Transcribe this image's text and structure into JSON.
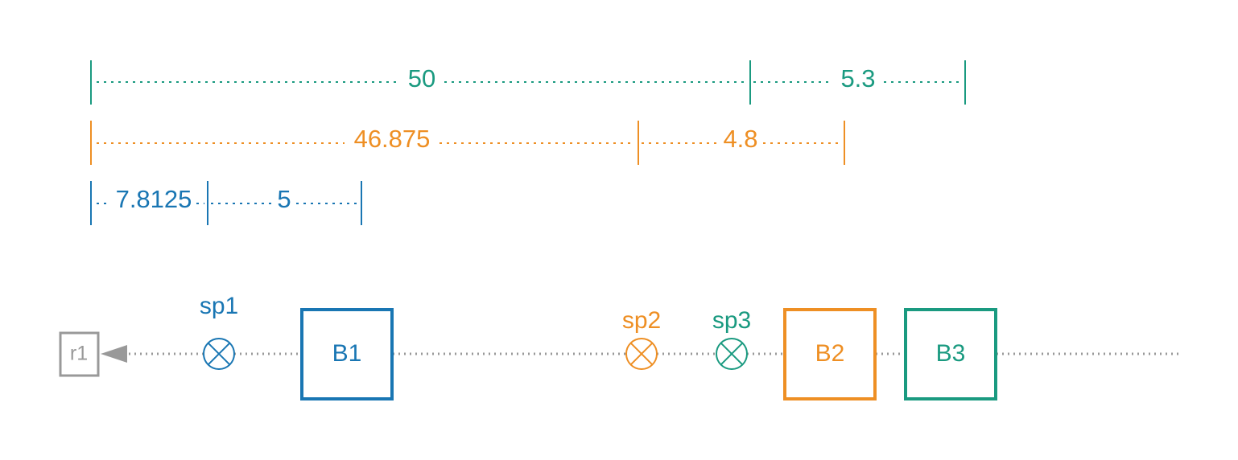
{
  "colors": {
    "teal": "#1a9a80",
    "orange": "#ee8f24",
    "blue": "#1976b3",
    "gray": "#999999"
  },
  "dimensions": {
    "teal": [
      "50",
      "5.3"
    ],
    "orange": [
      "46.875",
      "4.8"
    ],
    "blue": [
      "7.8125",
      "5"
    ]
  },
  "receiver": {
    "label": "r1"
  },
  "spools": [
    {
      "label": "sp1",
      "color": "blue"
    },
    {
      "label": "sp2",
      "color": "orange"
    },
    {
      "label": "sp3",
      "color": "teal"
    }
  ],
  "boxes": [
    {
      "label": "B1",
      "color": "blue"
    },
    {
      "label": "B2",
      "color": "orange"
    },
    {
      "label": "B3",
      "color": "teal"
    }
  ]
}
